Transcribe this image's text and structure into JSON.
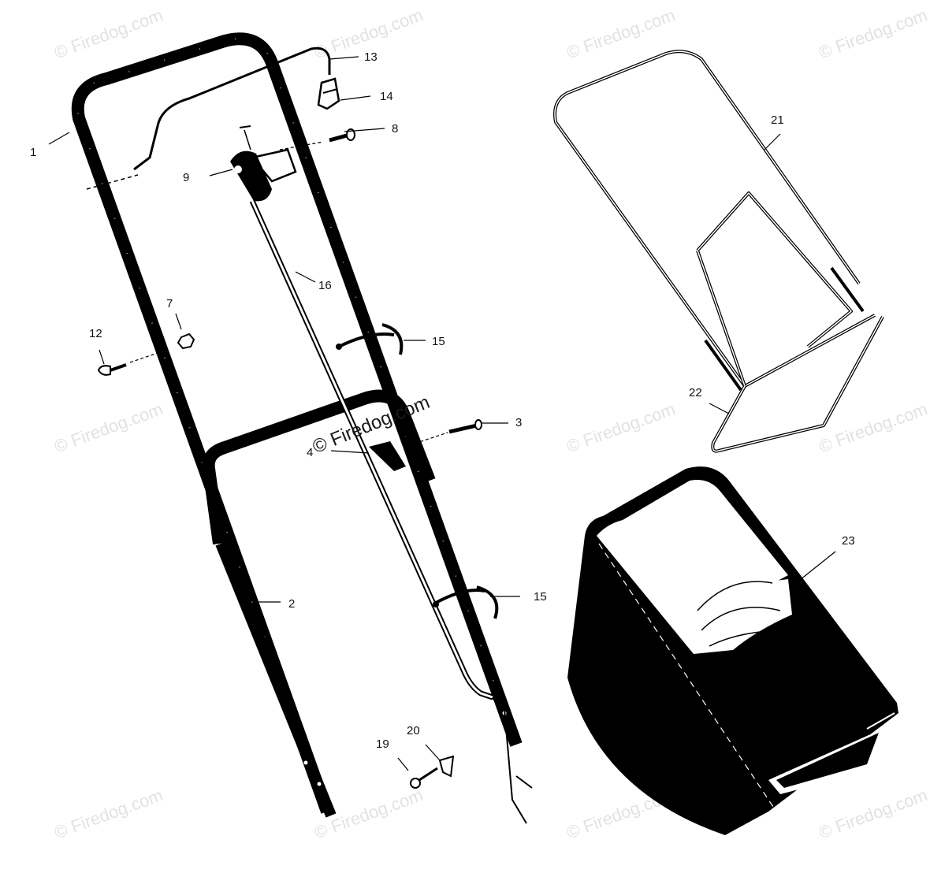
{
  "watermark": {
    "text": "© Firedog.com",
    "center_text": "© Firedog.com"
  },
  "callouts": {
    "p1": "1",
    "p2": "2",
    "p3": "3",
    "p4": "4",
    "p7": "7",
    "p8": "8",
    "p9": "9",
    "p12": "12",
    "p13": "13",
    "p14": "14",
    "p15a": "15",
    "p15b": "15",
    "p16": "16",
    "p19": "19",
    "p20": "20",
    "p21": "21",
    "p22": "22",
    "p23": "23"
  },
  "colors": {
    "ink": "#000000",
    "watermark": "#e2e2e2"
  }
}
